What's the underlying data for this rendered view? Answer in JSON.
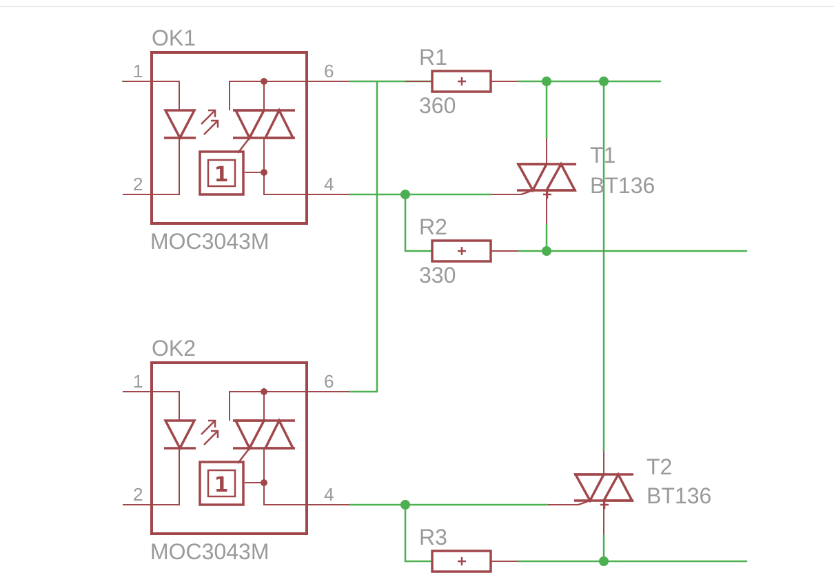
{
  "optocouplers": [
    {
      "name": "OK1",
      "value": "MOC3043M",
      "pins": {
        "p1": "1",
        "p2": "2",
        "p6": "6",
        "p4": "4"
      }
    },
    {
      "name": "OK2",
      "value": "MOC3043M",
      "pins": {
        "p1": "1",
        "p2": "2",
        "p6": "6",
        "p4": "4"
      }
    }
  ],
  "resistors": [
    {
      "name": "R1",
      "value": "360"
    },
    {
      "name": "R2",
      "value": "330"
    },
    {
      "name": "R3",
      "value": ""
    }
  ],
  "triacs": [
    {
      "name": "T1",
      "value": "BT136"
    },
    {
      "name": "T2",
      "value": "BT136"
    }
  ],
  "driver_symbol": "1",
  "colors": {
    "wire": "#4caf50",
    "component": "#a0474b",
    "label": "#9a9a9a"
  }
}
